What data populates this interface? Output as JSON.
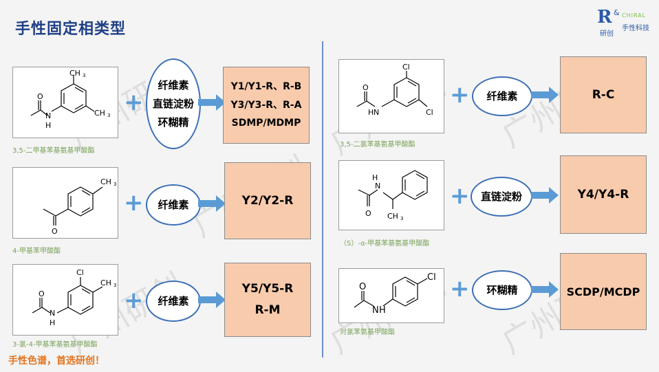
{
  "title": "手性固定相类型",
  "logo": {
    "rc": "R",
    "amp": "&",
    "chiral": "CHIRAL",
    "cn_left": "研创",
    "cn_right": "手性科技"
  },
  "watermark": "广州研创",
  "slogan": "手性色谱，首选研创！",
  "left": [
    {
      "caption": "3,5-二甲基苯基氨基甲酸酯",
      "ellipse": [
        "纤维素",
        "直链淀粉",
        "环糊精"
      ],
      "box": [
        "Y1/Y1-R、R-B",
        "Y3/Y3-R、R-A",
        "SDMP/MDMP"
      ]
    },
    {
      "caption": "4-甲基苯甲酸酯",
      "ellipse": [
        "纤维素"
      ],
      "box": [
        "Y2/Y2-R"
      ]
    },
    {
      "caption": "3-氯-4-甲基苯基氨基甲酸酯",
      "ellipse": [
        "纤维素"
      ],
      "box": [
        "Y5/Y5-R",
        "R-M"
      ]
    }
  ],
  "right": [
    {
      "caption": "3,5-二氯苯基氨基甲酸酯",
      "ellipse": [
        "纤维素"
      ],
      "box": [
        "R-C"
      ]
    },
    {
      "caption": "（S）-α-甲基苯基氨基甲酸酯",
      "ellipse": [
        "直链淀粉"
      ],
      "box": [
        "Y4/Y4-R"
      ]
    },
    {
      "caption": "对氯苯氨基甲酸酯",
      "ellipse": [
        "环糊精"
      ],
      "box": [
        "SCDP/MCDP"
      ]
    }
  ],
  "plus": "+",
  "atoms": {
    "ch3": "CH",
    "sub3": "3",
    "cl": "Cl",
    "n": "N",
    "h": "H",
    "o": "O"
  }
}
